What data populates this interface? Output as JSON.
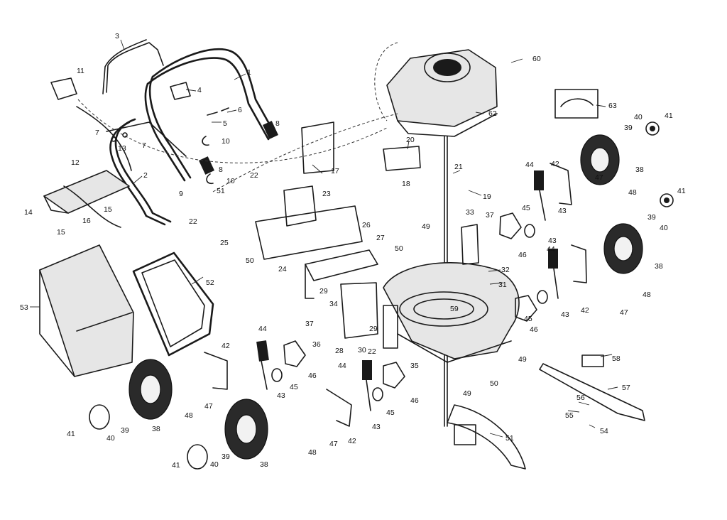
{
  "callouts": [
    {
      "id": "c1",
      "text": "1"
    },
    {
      "id": "c2",
      "text": "2"
    },
    {
      "id": "c3",
      "text": "3"
    },
    {
      "id": "c4",
      "text": "4"
    },
    {
      "id": "c5",
      "text": "5"
    },
    {
      "id": "c6",
      "text": "6"
    },
    {
      "id": "c7a",
      "text": "7"
    },
    {
      "id": "c7b",
      "text": "7"
    },
    {
      "id": "c8a",
      "text": "8"
    },
    {
      "id": "c8b",
      "text": "8"
    },
    {
      "id": "c9",
      "text": "9"
    },
    {
      "id": "c10a",
      "text": "10"
    },
    {
      "id": "c10b",
      "text": "10"
    },
    {
      "id": "c11",
      "text": "11"
    },
    {
      "id": "c12",
      "text": "12"
    },
    {
      "id": "c13",
      "text": "13"
    },
    {
      "id": "c14",
      "text": "14"
    },
    {
      "id": "c15a",
      "text": "15"
    },
    {
      "id": "c15b",
      "text": "15"
    },
    {
      "id": "c16",
      "text": "16"
    },
    {
      "id": "c17",
      "text": "17"
    },
    {
      "id": "c18",
      "text": "18"
    },
    {
      "id": "c19",
      "text": "19"
    },
    {
      "id": "c20",
      "text": "20"
    },
    {
      "id": "c21",
      "text": "21"
    },
    {
      "id": "c22a",
      "text": "22"
    },
    {
      "id": "c22b",
      "text": "22"
    },
    {
      "id": "c22c",
      "text": "22"
    },
    {
      "id": "c23",
      "text": "23"
    },
    {
      "id": "c24",
      "text": "24"
    },
    {
      "id": "c25",
      "text": "25"
    },
    {
      "id": "c26",
      "text": "26"
    },
    {
      "id": "c27",
      "text": "27"
    },
    {
      "id": "c28",
      "text": "28"
    },
    {
      "id": "c29a",
      "text": "29"
    },
    {
      "id": "c29b",
      "text": "29"
    },
    {
      "id": "c30",
      "text": "30"
    },
    {
      "id": "c31",
      "text": "31"
    },
    {
      "id": "c32",
      "text": "32"
    },
    {
      "id": "c33",
      "text": "33"
    },
    {
      "id": "c34",
      "text": "34"
    },
    {
      "id": "c35",
      "text": "35"
    },
    {
      "id": "c36",
      "text": "36"
    },
    {
      "id": "c37a",
      "text": "37"
    },
    {
      "id": "c37b",
      "text": "37"
    },
    {
      "id": "c38a",
      "text": "38"
    },
    {
      "id": "c38b",
      "text": "38"
    },
    {
      "id": "c38c",
      "text": "38"
    },
    {
      "id": "c38d",
      "text": "38"
    },
    {
      "id": "c39a",
      "text": "39"
    },
    {
      "id": "c39b",
      "text": "39"
    },
    {
      "id": "c39c",
      "text": "39"
    },
    {
      "id": "c39d",
      "text": "39"
    },
    {
      "id": "c40a",
      "text": "40"
    },
    {
      "id": "c40b",
      "text": "40"
    },
    {
      "id": "c40c",
      "text": "40"
    },
    {
      "id": "c40d",
      "text": "40"
    },
    {
      "id": "c41a",
      "text": "41"
    },
    {
      "id": "c41b",
      "text": "41"
    },
    {
      "id": "c41c",
      "text": "41"
    },
    {
      "id": "c41d",
      "text": "41"
    },
    {
      "id": "c42a",
      "text": "42"
    },
    {
      "id": "c42b",
      "text": "42"
    },
    {
      "id": "c42c",
      "text": "42"
    },
    {
      "id": "c42d",
      "text": "42"
    },
    {
      "id": "c43a",
      "text": "43"
    },
    {
      "id": "c43b",
      "text": "43"
    },
    {
      "id": "c43c",
      "text": "43"
    },
    {
      "id": "c43d",
      "text": "43"
    },
    {
      "id": "c43e",
      "text": "43"
    },
    {
      "id": "c44a",
      "text": "44"
    },
    {
      "id": "c44b",
      "text": "44"
    },
    {
      "id": "c44c",
      "text": "44"
    },
    {
      "id": "c44d",
      "text": "44"
    },
    {
      "id": "c45a",
      "text": "45"
    },
    {
      "id": "c45b",
      "text": "45"
    },
    {
      "id": "c45c",
      "text": "45"
    },
    {
      "id": "c45d",
      "text": "45"
    },
    {
      "id": "c46a",
      "text": "46"
    },
    {
      "id": "c46b",
      "text": "46"
    },
    {
      "id": "c46c",
      "text": "46"
    },
    {
      "id": "c46d",
      "text": "46"
    },
    {
      "id": "c47a",
      "text": "47"
    },
    {
      "id": "c47b",
      "text": "47"
    },
    {
      "id": "c47c",
      "text": "47"
    },
    {
      "id": "c47d",
      "text": "47"
    },
    {
      "id": "c48a",
      "text": "48"
    },
    {
      "id": "c48b",
      "text": "48"
    },
    {
      "id": "c48c",
      "text": "48"
    },
    {
      "id": "c48d",
      "text": "48"
    },
    {
      "id": "c49a",
      "text": "49"
    },
    {
      "id": "c49b",
      "text": "49"
    },
    {
      "id": "c49c",
      "text": "49"
    },
    {
      "id": "c50a",
      "text": "50"
    },
    {
      "id": "c50b",
      "text": "50"
    },
    {
      "id": "c50c",
      "text": "50"
    },
    {
      "id": "c51a",
      "text": "51"
    },
    {
      "id": "c51b",
      "text": "51"
    },
    {
      "id": "c52",
      "text": "52"
    },
    {
      "id": "c53",
      "text": "53"
    },
    {
      "id": "c54",
      "text": "54"
    },
    {
      "id": "c55",
      "text": "55"
    },
    {
      "id": "c56",
      "text": "56"
    },
    {
      "id": "c57",
      "text": "57"
    },
    {
      "id": "c58",
      "text": "58"
    },
    {
      "id": "c59",
      "text": "59"
    },
    {
      "id": "c60",
      "text": "60"
    },
    {
      "id": "c62",
      "text": "62"
    },
    {
      "id": "c63",
      "text": "63"
    }
  ]
}
